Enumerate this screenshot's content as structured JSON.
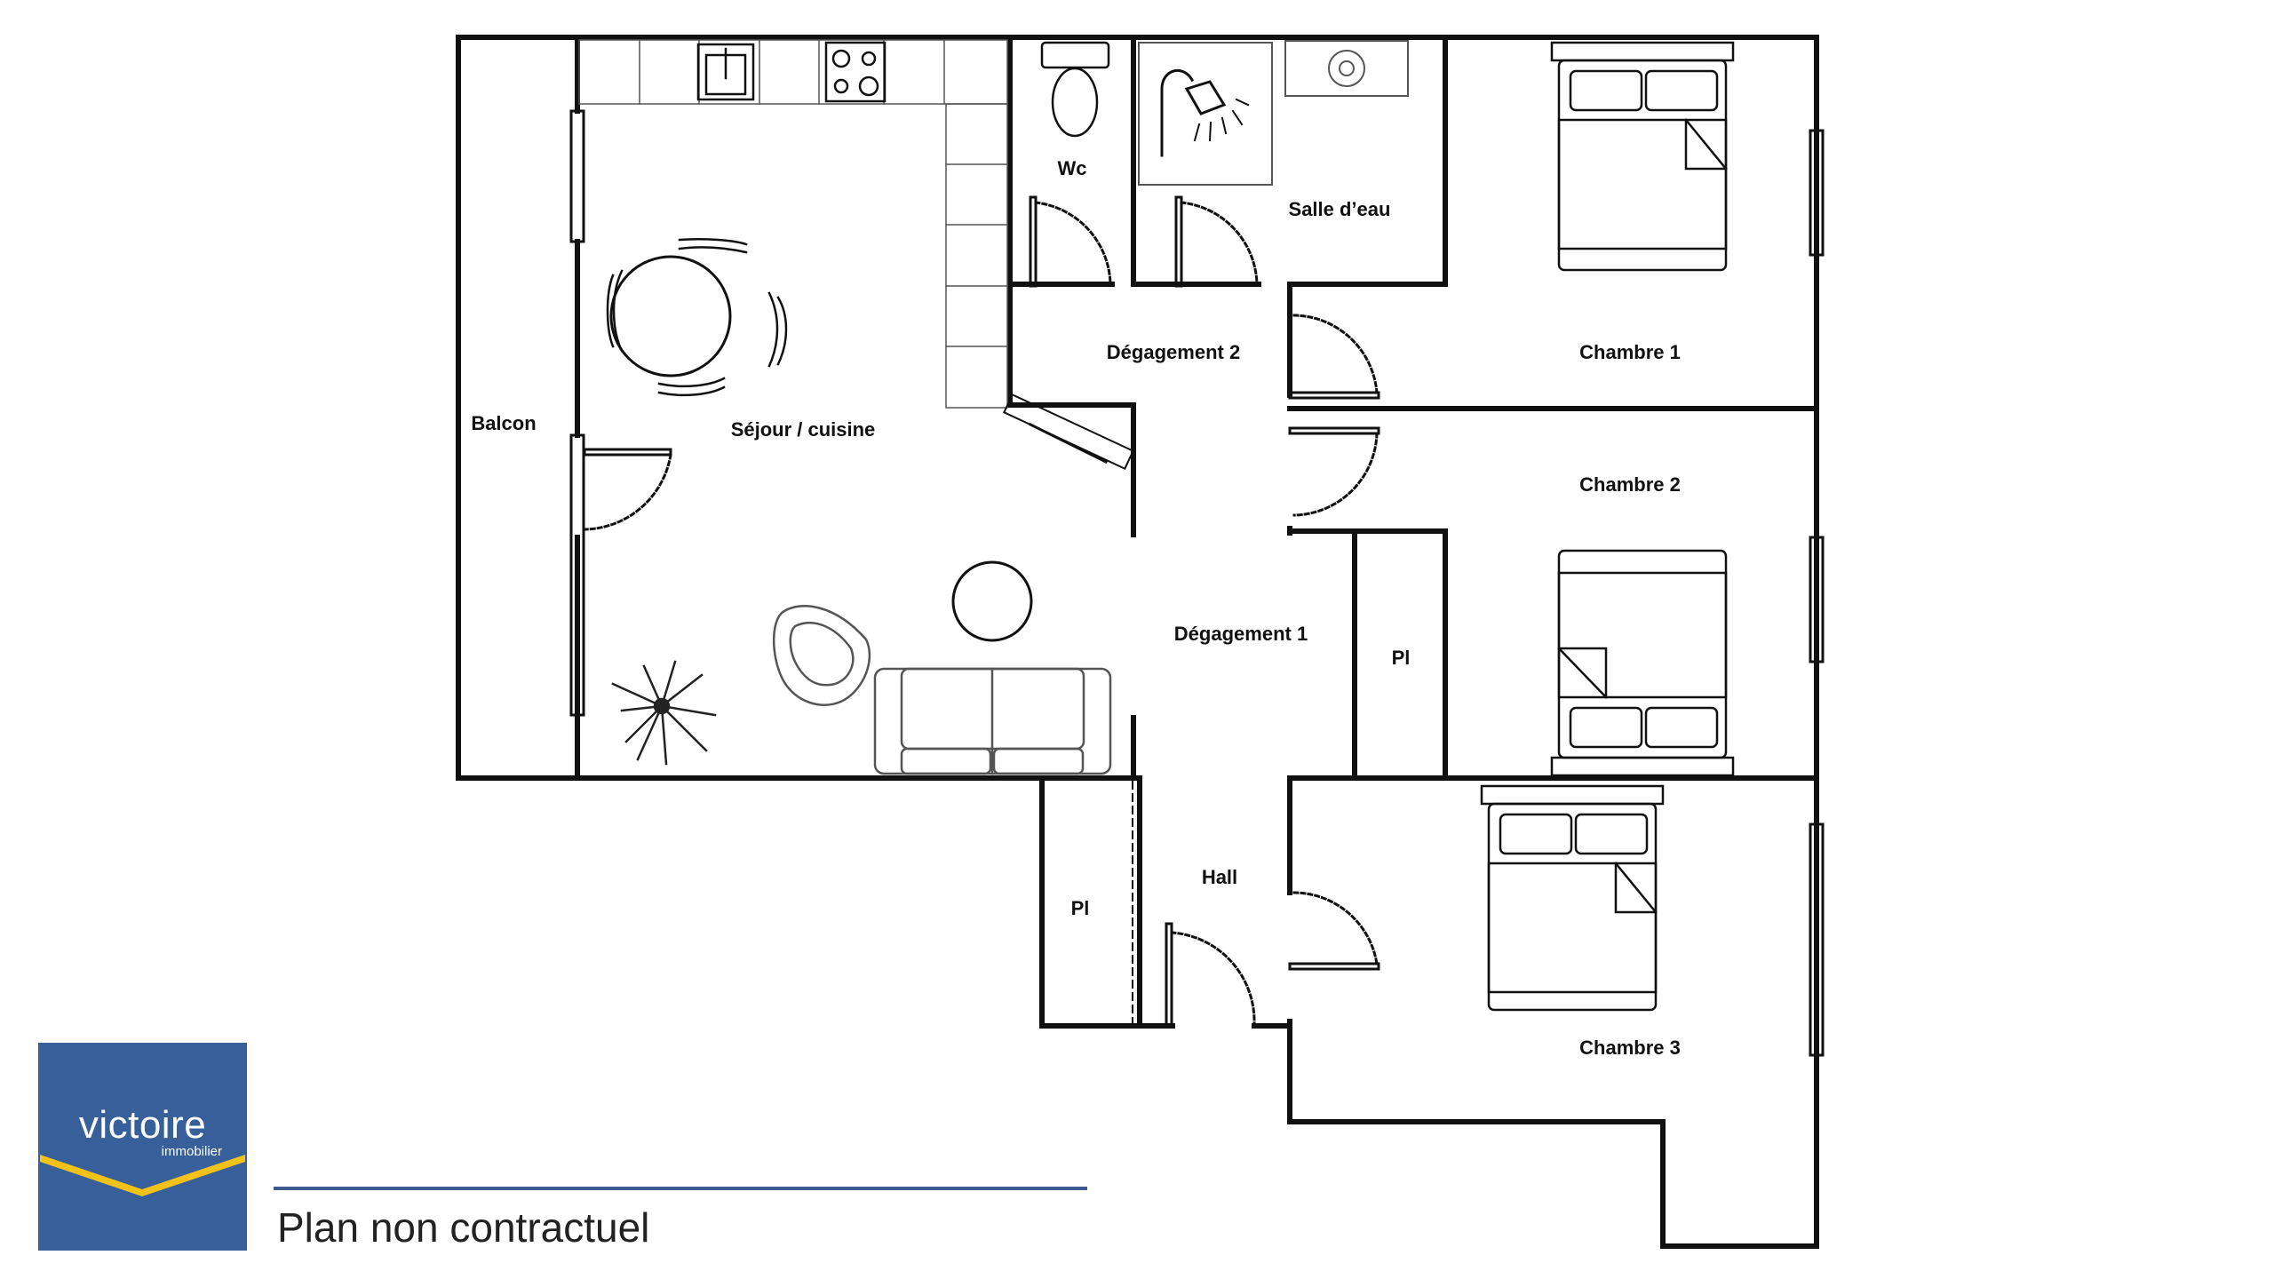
{
  "rooms": {
    "balcon": "Balcon",
    "sejour": "Séjour / cuisine",
    "wc": "Wc",
    "salle_eau": "Salle d’eau",
    "degagement2": "Dégagement 2",
    "degagement1": "Dégagement 1",
    "chambre1": "Chambre 1",
    "chambre2": "Chambre 2",
    "chambre3": "Chambre 3",
    "placard1": "Pl",
    "placard2": "Pl",
    "hall": "Hall"
  },
  "logo": {
    "brand": "victoire",
    "sub": "immobilier",
    "background_color": "#37609a",
    "chevron_color": "#f2c21a"
  },
  "footer": {
    "disclaimer": "Plan non contractuel",
    "line_color": "#3d5a92"
  }
}
